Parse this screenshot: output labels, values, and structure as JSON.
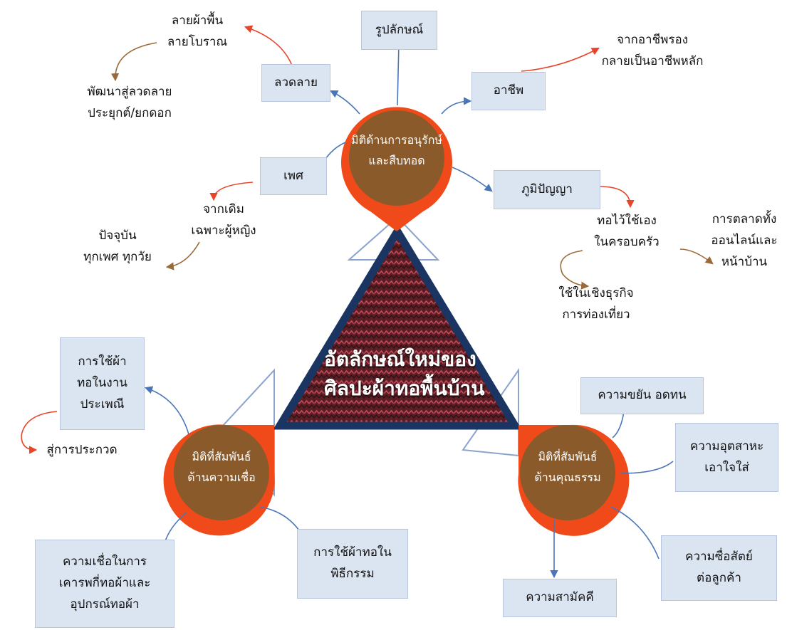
{
  "center": {
    "line1": "อัตลักษณ์ใหม่ของ",
    "line2": "ศิลปะผ้าทอพื้นบ้าน"
  },
  "hubs": {
    "top": {
      "line1": "มิติด้านการอนุรักษ์",
      "line2": "และสืบทอด"
    },
    "left": {
      "line1": "มิติที่สัมพันธ์",
      "line2": "ด้านความเชื่อ"
    },
    "right": {
      "line1": "มิติที่สัมพันธ์",
      "line2": "ด้านคุณธรรม"
    }
  },
  "boxes": {
    "form": "รูปลักษณ์",
    "pattern": "ลวดลาย",
    "career": "อาชีพ",
    "gender": "เพศ",
    "wisdom": "ภูมิปัญญา",
    "tradition": {
      "line1": "การใช้ผ้า",
      "line2": "ทอในงาน",
      "line3": "ประเพณี"
    },
    "ritual": {
      "line1": "การใช้ผ้าทอใน",
      "line2": "พิธีกรรม"
    },
    "belief": {
      "line1": "ความเชื่อในการ",
      "line2": "เคารพกี่ทอผ้าและ",
      "line3": "อุปกรณ์ทอผ้า"
    },
    "diligence": "ความขยัน อดทน",
    "attentive": {
      "line1": "ความอุตสาหะ",
      "line2": "เอาใจใส่"
    },
    "honest": {
      "line1": "ความซื่อสัตย์",
      "line2": "ต่อลูกค้า"
    },
    "unity": "ความสามัคคี"
  },
  "texts": {
    "pattern_old": {
      "line1": "ลายผ้าพื้น",
      "line2": "ลายโบราณ"
    },
    "pattern_new": {
      "line1": "พัฒนาสู่ลวดลาย",
      "line2": "ประยุกต์/ยกดอก"
    },
    "career_note": {
      "line1": "จากอาชีพรอง",
      "line2": "กลายเป็นอาชีพหลัก"
    },
    "gender_old": {
      "line1": "จากเดิม",
      "line2": "เฉพาะผู้หญิง"
    },
    "gender_now": {
      "line1": "ปัจจุบัน",
      "line2": "ทุกเพศ ทุกวัย"
    },
    "wisdom_home": {
      "line1": "ทอไว้ใช้เอง",
      "line2": "ในครอบครัว"
    },
    "wisdom_market": {
      "line1": "การตลาดทั้ง",
      "line2": "ออนไลน์และ",
      "line3": "หน้าบ้าน"
    },
    "wisdom_business": {
      "line1": "ใช้ในเชิงธุรกิจ",
      "line2": "การท่องเที่ยว"
    },
    "contest": "สู่การประกวด"
  },
  "colors": {
    "hub_fill": "#8b5a2b",
    "hub_ring": "#f04a1a",
    "box_fill": "#dbe4f1",
    "triangle_border": "#1b3563",
    "triangle_fill": "#6e2a2f",
    "arrow_blue": "#4a76b8",
    "arrow_red": "#e8442a",
    "arrow_brown": "#9b6a3a"
  }
}
